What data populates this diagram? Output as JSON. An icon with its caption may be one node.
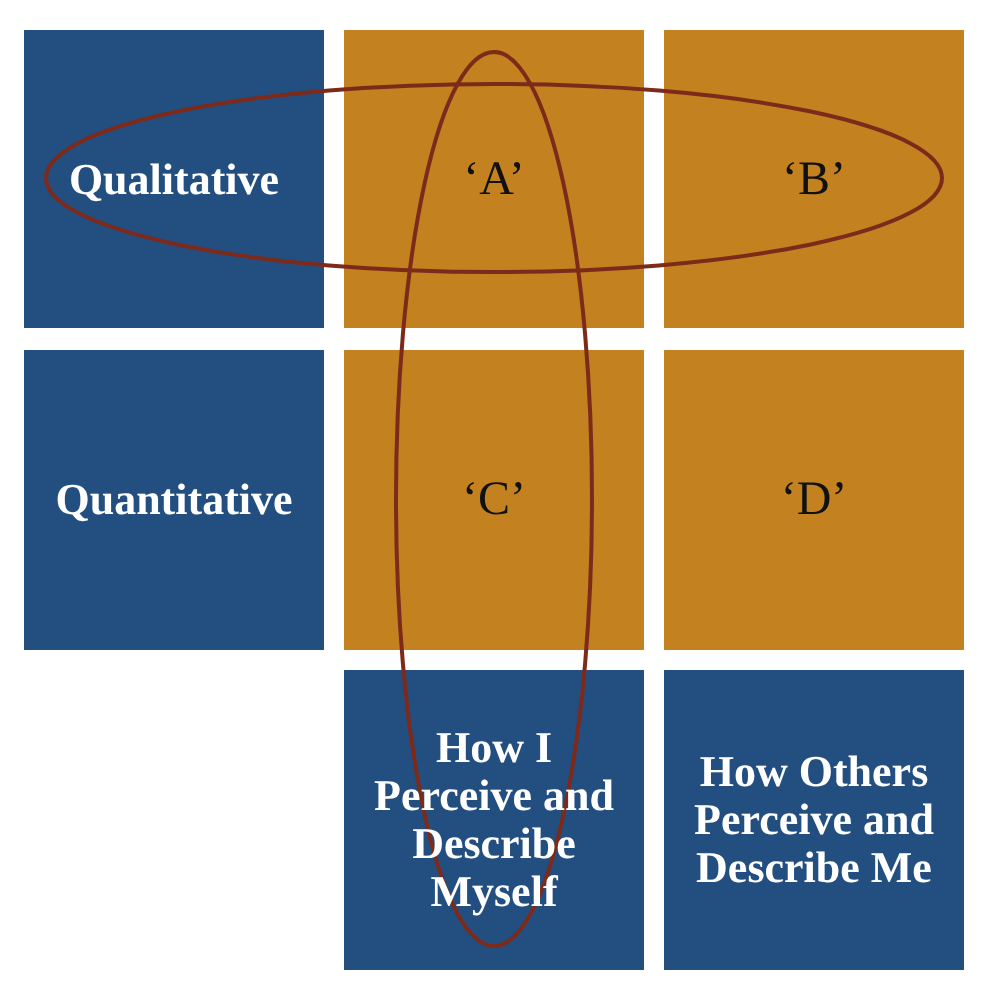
{
  "diagram": {
    "nodes": [
      {
        "text": [
          "Qualitative"
        ]
      },
      {
        "text": [
          "‘A’"
        ]
      },
      {
        "text": [
          "‘B’"
        ]
      },
      {
        "text": [
          "Quantitative"
        ]
      },
      {
        "text": [
          "‘C’"
        ]
      },
      {
        "text": [
          "‘D’"
        ]
      },
      {
        "text": [
          "How I Perceive and Describe Myself"
        ]
      },
      {
        "text": [
          "How Others Perceive and Describe Me"
        ]
      },
      {
        "text": [],
        "shape": "ellipse"
      },
      {
        "text": [],
        "shape": "ellipse"
      }
    ]
  }
}
